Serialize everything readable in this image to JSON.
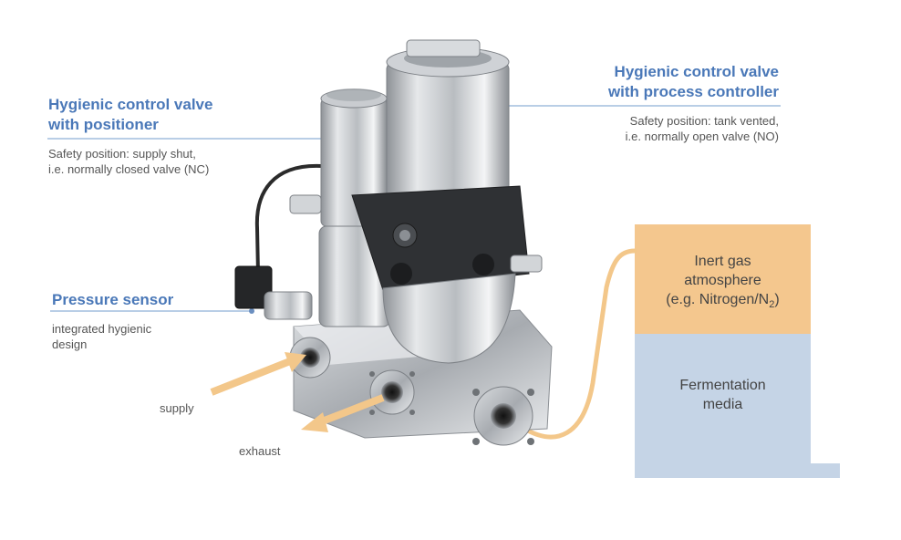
{
  "annotations": {
    "positioner": {
      "title": "Hygienic control valve\nwith positioner",
      "desc": "Safety position: supply shut,\ni.e. normally closed valve (NC)"
    },
    "process_controller": {
      "title": "Hygienic control valve\nwith process controller",
      "desc": "Safety position: tank vented,\ni.e. normally open valve (NO)"
    },
    "pressure_sensor": {
      "title": "Pressure sensor",
      "desc": "integrated hygienic\ndesign"
    }
  },
  "flows": {
    "supply": "supply",
    "exhaust": "exhaust"
  },
  "tank": {
    "gas_line1": "Inert gas",
    "gas_line2": "atmosphere",
    "gas_line3_prefix": "(e.g. Nitrogen/N",
    "gas_line3_sub": "2",
    "gas_line3_suffix": ")",
    "media": "Fermentation\nmedia"
  },
  "colors": {
    "accent_blue": "#4a78b8",
    "gas_fill": "#f4c78e",
    "media_fill": "#c5d4e6",
    "pipe_orange": "#f3c78a"
  }
}
